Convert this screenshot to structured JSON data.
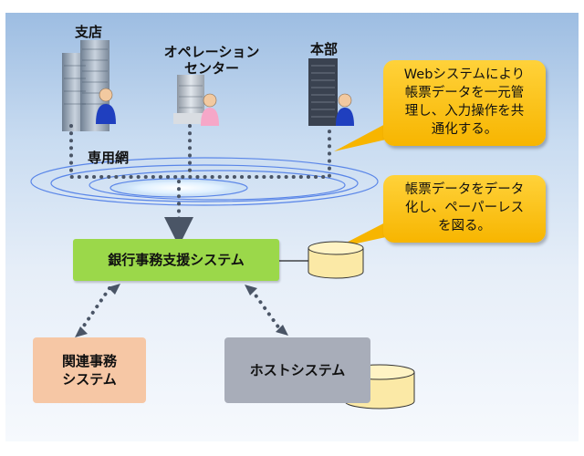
{
  "labels": {
    "branch": "支店",
    "operation_center_line1": "オペレーション",
    "operation_center_line2": "センター",
    "headquarters": "本部",
    "network": "専用網"
  },
  "callouts": {
    "web_system": [
      "Webシステムにより",
      "帳票データを一元管",
      "理し、入力操作を共",
      "通化する。"
    ],
    "paperless": [
      "帳票データをデータ",
      "化し、ペーパーレス",
      "を図る。"
    ]
  },
  "boxes": {
    "bank_support": "銀行事務支援システム",
    "related_line1": "関連事務",
    "related_line2": "システム",
    "host": "ホストシステム"
  },
  "colors": {
    "callout": "#ffc21f",
    "bank_box": "#9bd84a",
    "related_box": "#f6c7a5",
    "host_box": "#a8adb9",
    "database": "#fbe9a6",
    "connector": "#4a5566"
  }
}
